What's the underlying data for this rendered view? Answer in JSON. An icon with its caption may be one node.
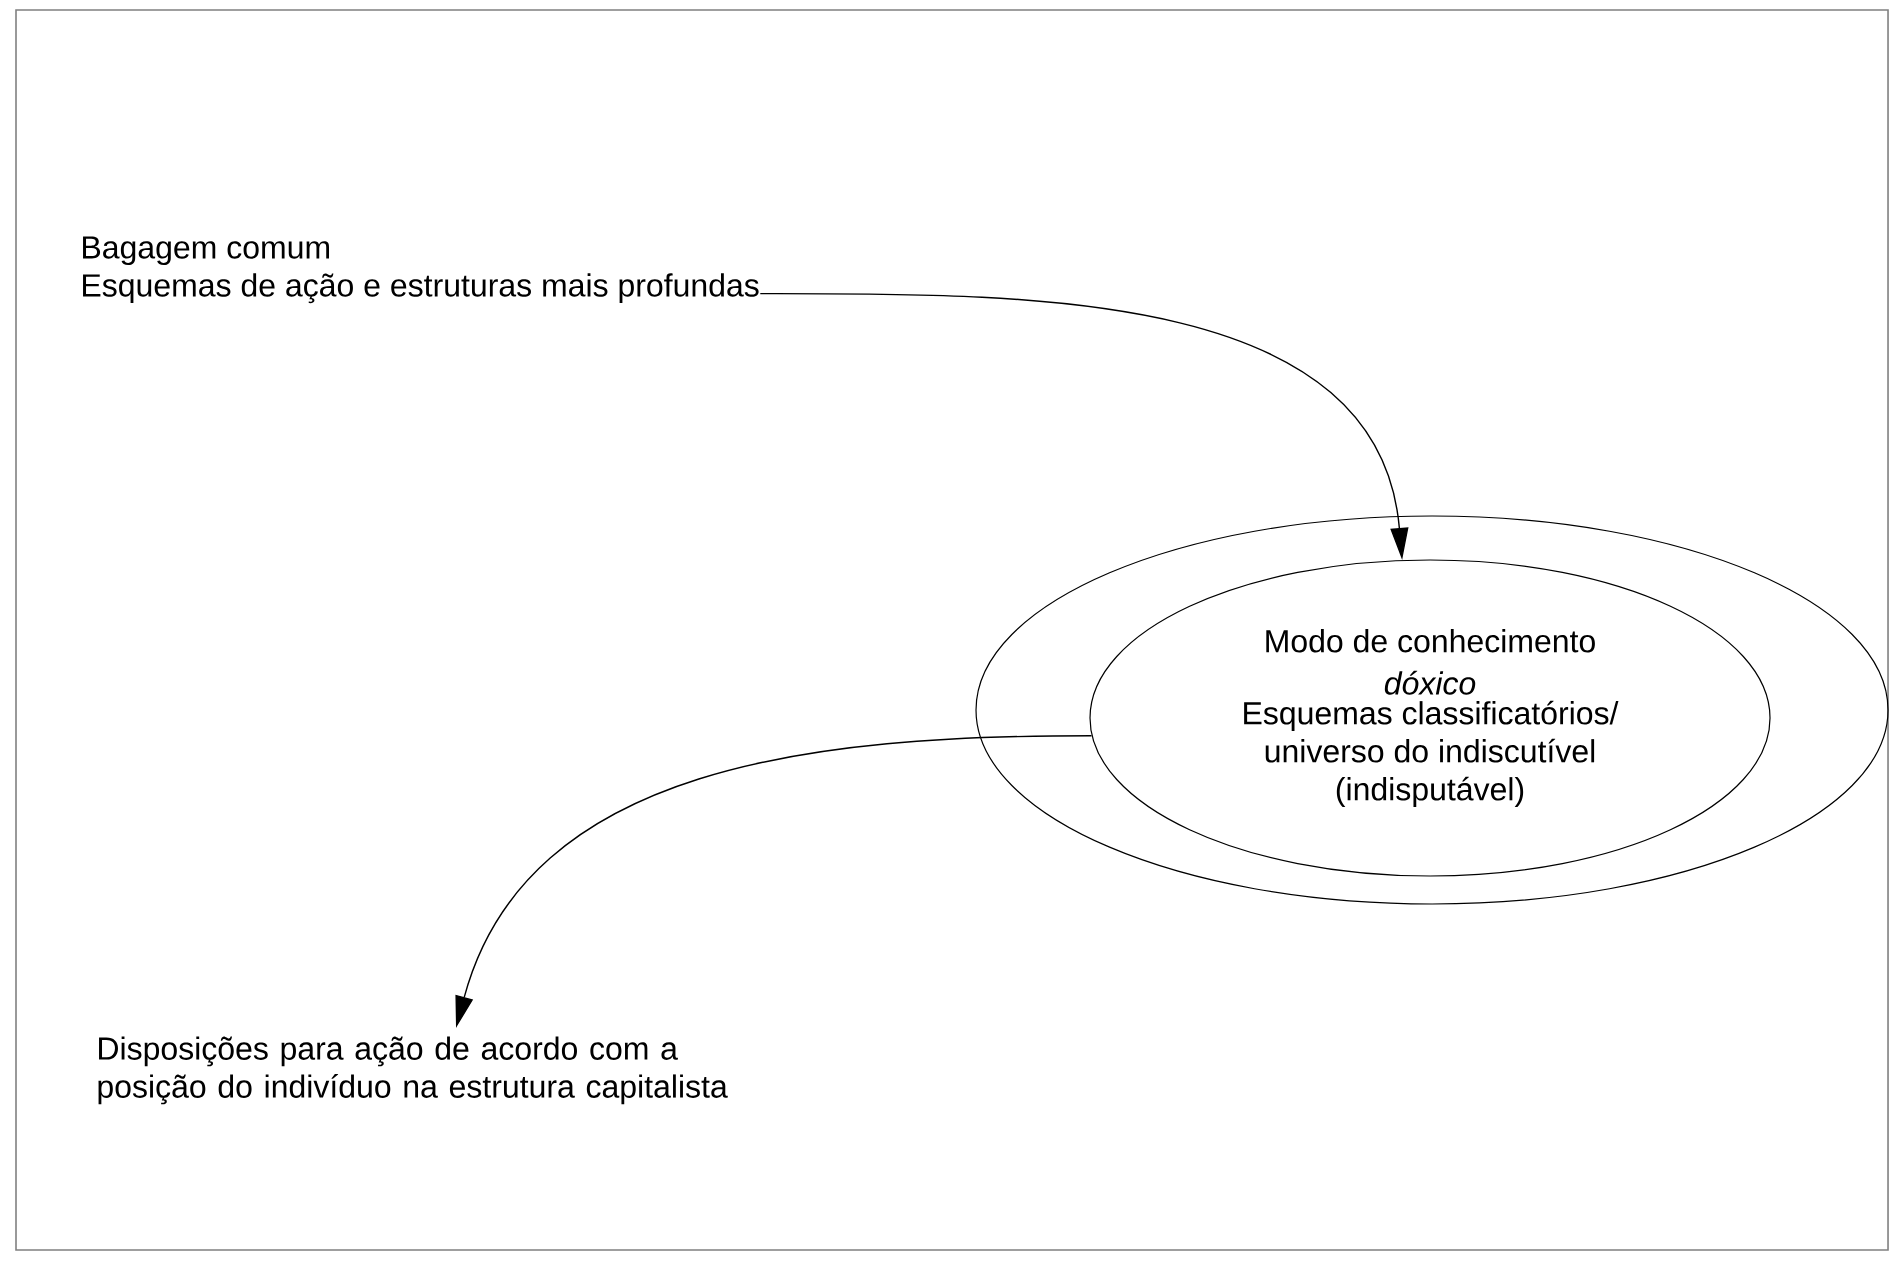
{
  "diagram": {
    "nodes": [
      {
        "text": [],
        "shape": "ellipse"
      },
      {
        "text": [
          "Modo de conhecimento",
          "dóxico",
          "Esquemas classificatórios/ universo do indiscutível (indisputável)"
        ],
        "in": 0
      },
      {
        "text": [
          "Bagagem comum",
          "Esquemas de ação e estruturas mais profundas"
        ]
      },
      {
        "text": [
          "Disposições para ação de acordo com a posição do indivíduo na estrutura capitalista"
        ]
      }
    ],
    "edges": [
      {
        "from": 2,
        "to": 1,
        "arrow": "to"
      },
      {
        "from": 1,
        "to": 3,
        "arrow": "to"
      }
    ]
  }
}
